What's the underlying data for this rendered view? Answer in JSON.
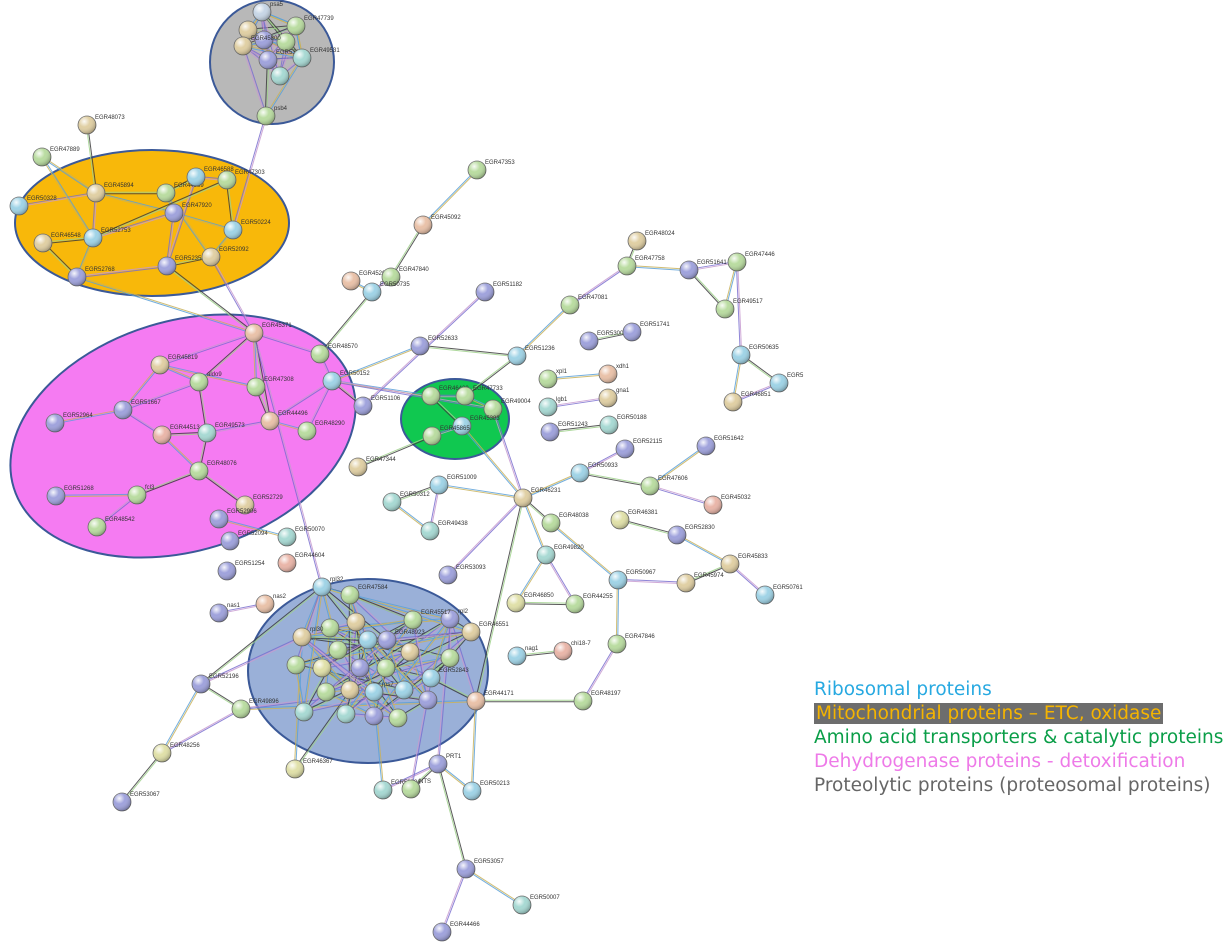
{
  "legend": {
    "ribosomal": "Ribosomal proteins",
    "mitochondrial": "Mitochondrial proteins – ETC, oxidase",
    "amino": "Amino acid transporters & catalytic proteins",
    "dehydrogenase": "Dehydrogenase proteins - detoxification",
    "proteolytic": "Proteolytic proteins (proteosomal proteins)"
  },
  "colors": {
    "cluster_proteolytic": "#b6b6b6",
    "cluster_mitochondrial": "#f8b80a",
    "cluster_dehydrogenase": "#f57bf2",
    "cluster_amino": "#10c850",
    "cluster_ribosomal": "#9ab0d8",
    "cluster_border": "#3b5998"
  },
  "nodes": [
    {
      "id": "psa5",
      "c": "#c7d6e6"
    },
    {
      "id": "EGR47739",
      "c": "#b9dca0"
    },
    {
      "id": "EGR45800",
      "c": "#e0cfa3"
    },
    {
      "id": "EGR53106",
      "c": "#9fa2dc"
    },
    {
      "id": "EGR49531",
      "c": "#a7d9d3"
    },
    {
      "id": "psb4",
      "c": "#b9dca0"
    },
    {
      "id": "EGR48073",
      "c": "#e0cfa3"
    },
    {
      "id": "EGR47889",
      "c": "#b9dca0"
    },
    {
      "id": "EGR50328",
      "c": "#9fd3e6"
    },
    {
      "id": "EGR45894",
      "c": "#e0cfa3"
    },
    {
      "id": "EGR44389",
      "c": "#b9dca0"
    },
    {
      "id": "EGR46588",
      "c": "#9fd3e6"
    },
    {
      "id": "EGR47303",
      "c": "#b9dca0"
    },
    {
      "id": "EGR47920",
      "c": "#9fa2dc"
    },
    {
      "id": "EGR50224",
      "c": "#9fd3e6"
    },
    {
      "id": "EGR46548",
      "c": "#e0cfa3"
    },
    {
      "id": "EGR52753",
      "c": "#9fd3e6"
    },
    {
      "id": "EGR52354",
      "c": "#9fa2dc"
    },
    {
      "id": "EGR52092",
      "c": "#e0cfa3"
    },
    {
      "id": "EGR52768",
      "c": "#9fa2dc"
    },
    {
      "id": "EGR45371",
      "c": "#e9c1a8"
    },
    {
      "id": "EGR45819",
      "c": "#e0cfa3"
    },
    {
      "id": "aldo9",
      "c": "#b9dca0"
    },
    {
      "id": "EGR47308",
      "c": "#b9dca0"
    },
    {
      "id": "EGR52964",
      "c": "#9fa2dc"
    },
    {
      "id": "EGR51667",
      "c": "#9fa2dc"
    },
    {
      "id": "EGR44513",
      "c": "#e9b5a8"
    },
    {
      "id": "EGR49573",
      "c": "#a7d9d3"
    },
    {
      "id": "EGR44496",
      "c": "#e9c1a8"
    },
    {
      "id": "EGR48290",
      "c": "#b9dca0"
    },
    {
      "id": "EGR48076",
      "c": "#b9dca0"
    },
    {
      "id": "EGR51268",
      "c": "#9fa2dc"
    },
    {
      "id": "fcl3",
      "c": "#b9dca0"
    },
    {
      "id": "EGR48542",
      "c": "#b9dca0"
    },
    {
      "id": "EGR52729",
      "c": "#e0cfa3"
    },
    {
      "id": "EGR48570",
      "c": "#b9dca0"
    },
    {
      "id": "EGR50152",
      "c": "#9fd3e6"
    },
    {
      "id": "EGR51106",
      "c": "#9fa2dc"
    },
    {
      "id": "EGR45261",
      "c": "#e9c1a8"
    },
    {
      "id": "EGR47840",
      "c": "#b9dca0"
    },
    {
      "id": "EGR50735",
      "c": "#9fd3e6"
    },
    {
      "id": "EGR45092",
      "c": "#e9c1a8"
    },
    {
      "id": "EGR47353",
      "c": "#b9dca0"
    },
    {
      "id": "EGR51182",
      "c": "#9fa2dc"
    },
    {
      "id": "EGR52633",
      "c": "#9fa2dc"
    },
    {
      "id": "EGR46429",
      "c": "#b9dca0"
    },
    {
      "id": "EGR47733",
      "c": "#b9dca0"
    },
    {
      "id": "EGR49004",
      "c": "#b9dca0"
    },
    {
      "id": "EGR45383",
      "c": "#9fd3e6"
    },
    {
      "id": "EGR45865",
      "c": "#b9dca0"
    },
    {
      "id": "EGR47344",
      "c": "#e0cfa3"
    },
    {
      "id": "EGR48024",
      "c": "#e0cfa3"
    },
    {
      "id": "EGR47758",
      "c": "#b9dca0"
    },
    {
      "id": "EGR51641",
      "c": "#9fa2dc"
    },
    {
      "id": "EGR47446",
      "c": "#b9dca0"
    },
    {
      "id": "EGR49517",
      "c": "#b9dca0"
    },
    {
      "id": "EGR47081",
      "c": "#b9dca0"
    },
    {
      "id": "EGR53007",
      "c": "#9fa2dc"
    },
    {
      "id": "EGR51741",
      "c": "#9fa2dc"
    },
    {
      "id": "EGR51236",
      "c": "#9fd3e6"
    },
    {
      "id": "EGR50635",
      "c": "#9fd3e6"
    },
    {
      "id": "EGR5",
      "c": "#9fd3e6"
    },
    {
      "id": "EGR46851",
      "c": "#e0cfa3"
    },
    {
      "id": "xpl1",
      "c": "#b9dca0"
    },
    {
      "id": "xdh1",
      "c": "#e9c1a8"
    },
    {
      "id": "lgb1",
      "c": "#a7d9d3"
    },
    {
      "id": "gna1",
      "c": "#e0cfa3"
    },
    {
      "id": "EGR51243",
      "c": "#9fa2dc"
    },
    {
      "id": "EGR50188",
      "c": "#a7d9d3"
    },
    {
      "id": "EGR52115",
      "c": "#9fa2dc"
    },
    {
      "id": "EGR51642",
      "c": "#9fa2dc"
    },
    {
      "id": "EGR50933",
      "c": "#9fd3e6"
    },
    {
      "id": "EGR47606",
      "c": "#b9dca0"
    },
    {
      "id": "EGR45032",
      "c": "#e9b5a8"
    },
    {
      "id": "EGR46231",
      "c": "#e0cfa3"
    },
    {
      "id": "EGR51009",
      "c": "#9fd3e6"
    },
    {
      "id": "EGR50312",
      "c": "#a7d9d3"
    },
    {
      "id": "EGR49438",
      "c": "#a7d9d3"
    },
    {
      "id": "EGR53093",
      "c": "#9fa2dc"
    },
    {
      "id": "EGR48038",
      "c": "#b9dca0"
    },
    {
      "id": "EGR46381",
      "c": "#e0e0a8"
    },
    {
      "id": "EGR52830",
      "c": "#9fa2dc"
    },
    {
      "id": "EGR45833",
      "c": "#e0cfa3"
    },
    {
      "id": "EGR45974",
      "c": "#e0cfa3"
    },
    {
      "id": "EGR50761",
      "c": "#9fd3e6"
    },
    {
      "id": "EGR49820",
      "c": "#a7d9d3"
    },
    {
      "id": "EGR50967",
      "c": "#9fd3e6"
    },
    {
      "id": "EGR46850",
      "c": "#e0e0a8"
    },
    {
      "id": "EGR44255",
      "c": "#b9dca0"
    },
    {
      "id": "EGR47846",
      "c": "#b9dca0"
    },
    {
      "id": "EGR48197",
      "c": "#b9dca0"
    },
    {
      "id": "EGR52906",
      "c": "#9fa2dc"
    },
    {
      "id": "EGR50070",
      "c": "#a7d9d3"
    },
    {
      "id": "EGR52094",
      "c": "#9fa2dc"
    },
    {
      "id": "EGR44604",
      "c": "#e9b5a8"
    },
    {
      "id": "EGR51254",
      "c": "#9fa2dc"
    },
    {
      "id": "nas1",
      "c": "#9fa2dc"
    },
    {
      "id": "nas2",
      "c": "#e9c1a8"
    },
    {
      "id": "nag1",
      "c": "#9fd3e6"
    },
    {
      "id": "chi18-7",
      "c": "#e9b5a8"
    },
    {
      "id": "rpl32",
      "c": "#9fd3e6"
    },
    {
      "id": "EGR47584",
      "c": "#b9dca0"
    },
    {
      "id": "rpl2",
      "c": "#9fa2dc"
    },
    {
      "id": "EGR46551",
      "c": "#e0cfa3"
    },
    {
      "id": "EGR45517",
      "c": "#b9dca0"
    },
    {
      "id": "EGR48923",
      "c": "#9fa2dc"
    },
    {
      "id": "rpl30",
      "c": "#e0cfa3"
    },
    {
      "id": "EGR52843",
      "c": "#9fd3e6"
    },
    {
      "id": "EGR44171",
      "c": "#e9c1a8"
    },
    {
      "id": "EGR52196",
      "c": "#9fa2dc"
    },
    {
      "id": "EGR49896",
      "c": "#b9dca0"
    },
    {
      "id": "EGR48256",
      "c": "#e0e0a8"
    },
    {
      "id": "EGR53067",
      "c": "#9fa2dc"
    },
    {
      "id": "EGR46367",
      "c": "#e0e0a8"
    },
    {
      "id": "EGR50236",
      "c": "#a7d9d3"
    },
    {
      "id": "NTS",
      "c": "#b9dca0"
    },
    {
      "id": "PRT1",
      "c": "#9fa2dc"
    },
    {
      "id": "EGR50213",
      "c": "#9fd3e6"
    },
    {
      "id": "rps7",
      "c": "#9fd3e6"
    },
    {
      "id": "EGR53057",
      "c": "#9fa2dc"
    },
    {
      "id": "EGR50007",
      "c": "#a7d9d3"
    },
    {
      "id": "EGR44466",
      "c": "#9fa2dc"
    }
  ]
}
